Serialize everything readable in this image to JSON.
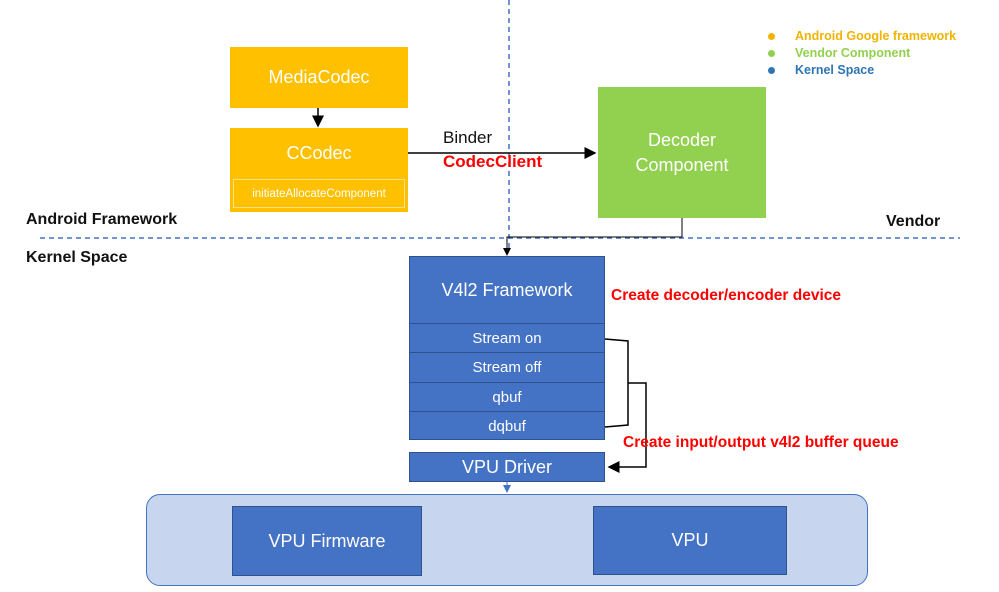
{
  "legend": [
    {
      "label": "Android Google framework",
      "color": "#F0B400"
    },
    {
      "label": "Vendor Component",
      "color": "#92D050"
    },
    {
      "label": "Kernel Space",
      "color": "#2E75B6"
    }
  ],
  "regions": {
    "android_framework": "Android Framework",
    "vendor": "Vendor",
    "kernel_space": "Kernel Space"
  },
  "nodes": {
    "media_codec": "MediaCodec",
    "ccodec": "CCodec",
    "initiate_allocate": "initiateAllocateComponent",
    "decoder_component_line1": "Decoder",
    "decoder_component_line2": "Component",
    "v4l2_framework": "V4l2 Framework",
    "v4l2_ops": [
      "Stream on",
      "Stream off",
      "qbuf",
      "dqbuf"
    ],
    "vpu_driver": "VPU Driver",
    "vpu_firmware": "VPU Firmware",
    "vpu": "VPU"
  },
  "edges": {
    "binder_label": "Binder",
    "codec_client_label": "CodecClient"
  },
  "annotations": {
    "create_device": "Create decoder/encoder device",
    "create_queue": "Create input/output v4l2 buffer queue"
  },
  "colors": {
    "android": "#FFC000",
    "vendor": "#92D050",
    "kernel": "#4472C4",
    "hardware_bg": "#C7D5EE",
    "annotation": "#FF0000",
    "divider": "#4472C4"
  }
}
